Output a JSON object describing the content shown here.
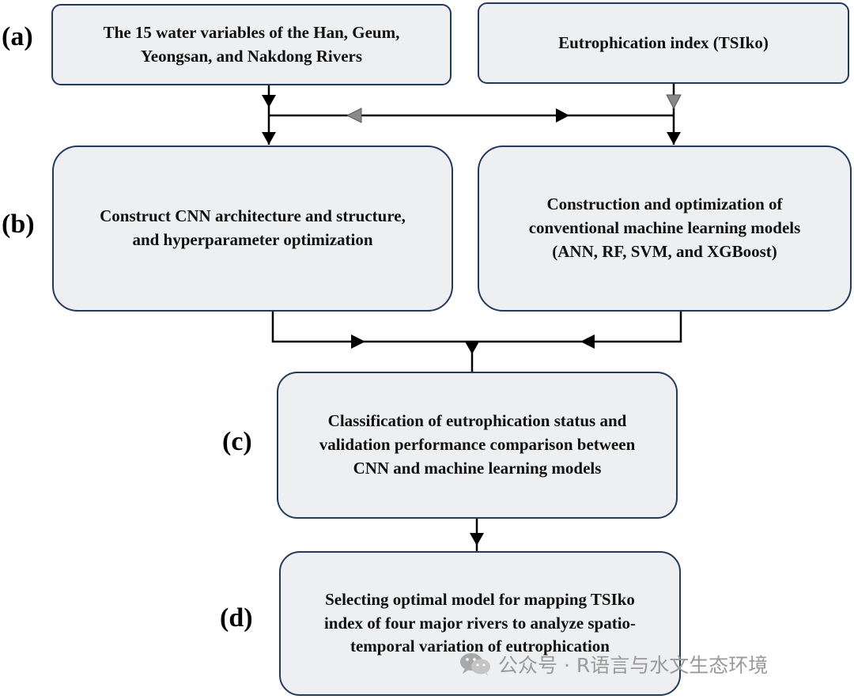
{
  "labels": {
    "a": "(a)",
    "b": "(b)",
    "c": "(c)",
    "d": "(d)"
  },
  "boxes": {
    "water_variables": "The 15 water variables of the Han, Geum,\nYeongsan, and Nakdong Rivers",
    "eutrophication_index": "Eutrophication index (TSIko)",
    "cnn": "Construct CNN architecture and structure,\nand hyperparameter optimization",
    "ml_models": "Construction and optimization of\nconventional machine learning models\n(ANN, RF, SVM, and XGBoost)",
    "classification": "Classification of eutrophication status and\nvalidation performance comparison between\nCNN and machine learning models",
    "optimal_model": "Selecting optimal model for mapping TSIko\nindex of four major rivers to analyze spatio-\ntemporal variation of eutrophication"
  },
  "watermark": {
    "text": "公众号 · R语言与水文生态环境",
    "icon": "wechat-icon"
  },
  "colors": {
    "box_fill": "#eeeff0",
    "box_border": "#1f3a63",
    "line": "#000000",
    "gray_arrow": "#8a8a8a",
    "watermark": "#9a9a9a"
  }
}
